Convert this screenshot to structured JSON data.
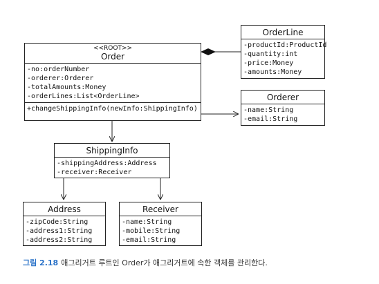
{
  "classes": {
    "order": {
      "stereotype": "<<ROOT>>",
      "name": "Order",
      "attributes": [
        "-no:orderNumber",
        "-orderer:Orderer",
        "-totalAmounts:Money",
        "-orderLines:List<OrderLine>"
      ],
      "operations": [
        "+changeShippingInfo(newInfo:ShippingInfo)"
      ]
    },
    "orderline": {
      "name": "OrderLine",
      "attributes": [
        "-productId:ProductId",
        "-quantity:int",
        "-price:Money",
        "-amounts:Money"
      ]
    },
    "orderer": {
      "name": "Orderer",
      "attributes": [
        "-name:String",
        "-email:String"
      ]
    },
    "shippinginfo": {
      "name": "ShippingInfo",
      "attributes": [
        "-shippingAddress:Address",
        "-receiver:Receiver"
      ]
    },
    "address": {
      "name": "Address",
      "attributes": [
        "-zipCode:String",
        "-address1:String",
        "-address2:String"
      ]
    },
    "receiver": {
      "name": "Receiver",
      "attributes": [
        "-name:String",
        "-mobile:String",
        "-email:String"
      ]
    }
  },
  "relations": [
    {
      "from": "order",
      "to": "orderline",
      "kind": "composition"
    },
    {
      "from": "order",
      "to": "orderer",
      "kind": "association"
    },
    {
      "from": "order",
      "to": "shippinginfo",
      "kind": "association"
    },
    {
      "from": "shippinginfo",
      "to": "address",
      "kind": "association"
    },
    {
      "from": "shippinginfo",
      "to": "receiver",
      "kind": "association"
    }
  ],
  "caption": {
    "figure": "그림 2.18",
    "text": "애그리거트 루트인 Order가 애그리거트에 속한 객체를 관리한다."
  }
}
